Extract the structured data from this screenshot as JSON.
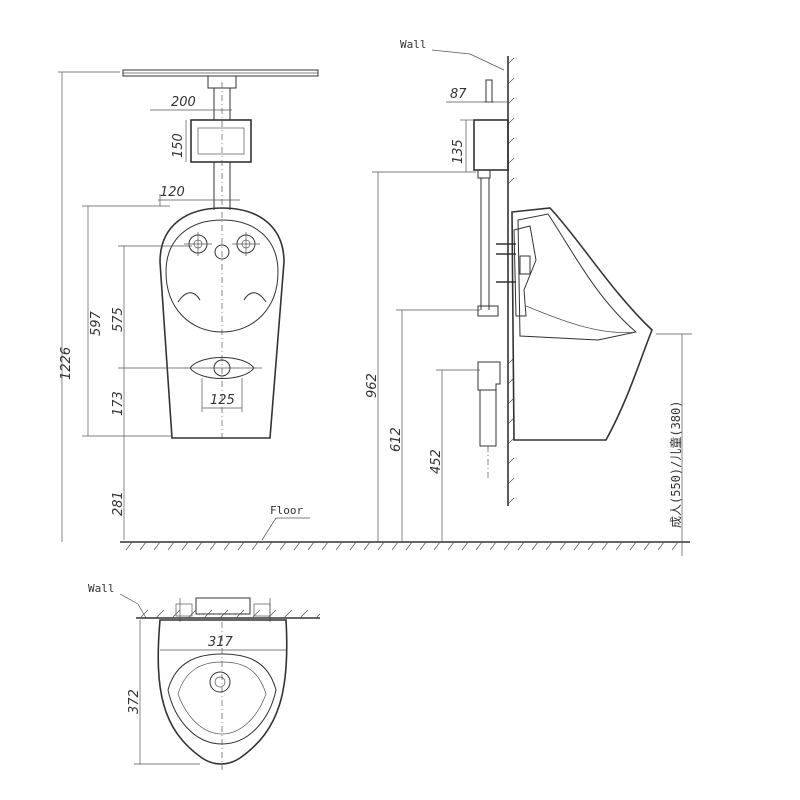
{
  "labels": {
    "wall_top": "Wall",
    "wall_bottom": "Wall",
    "floor": "Floor",
    "height_note": "成人(550)/儿童(380)"
  },
  "dims": {
    "d200": "200",
    "d150": "150",
    "d120": "120",
    "d597": "597",
    "d575": "575",
    "d1226": "1226",
    "d173": "173",
    "d125": "125",
    "d281": "281",
    "d87": "87",
    "d135": "135",
    "d962": "962",
    "d612": "612",
    "d452": "452",
    "d317": "317",
    "d372": "372"
  }
}
